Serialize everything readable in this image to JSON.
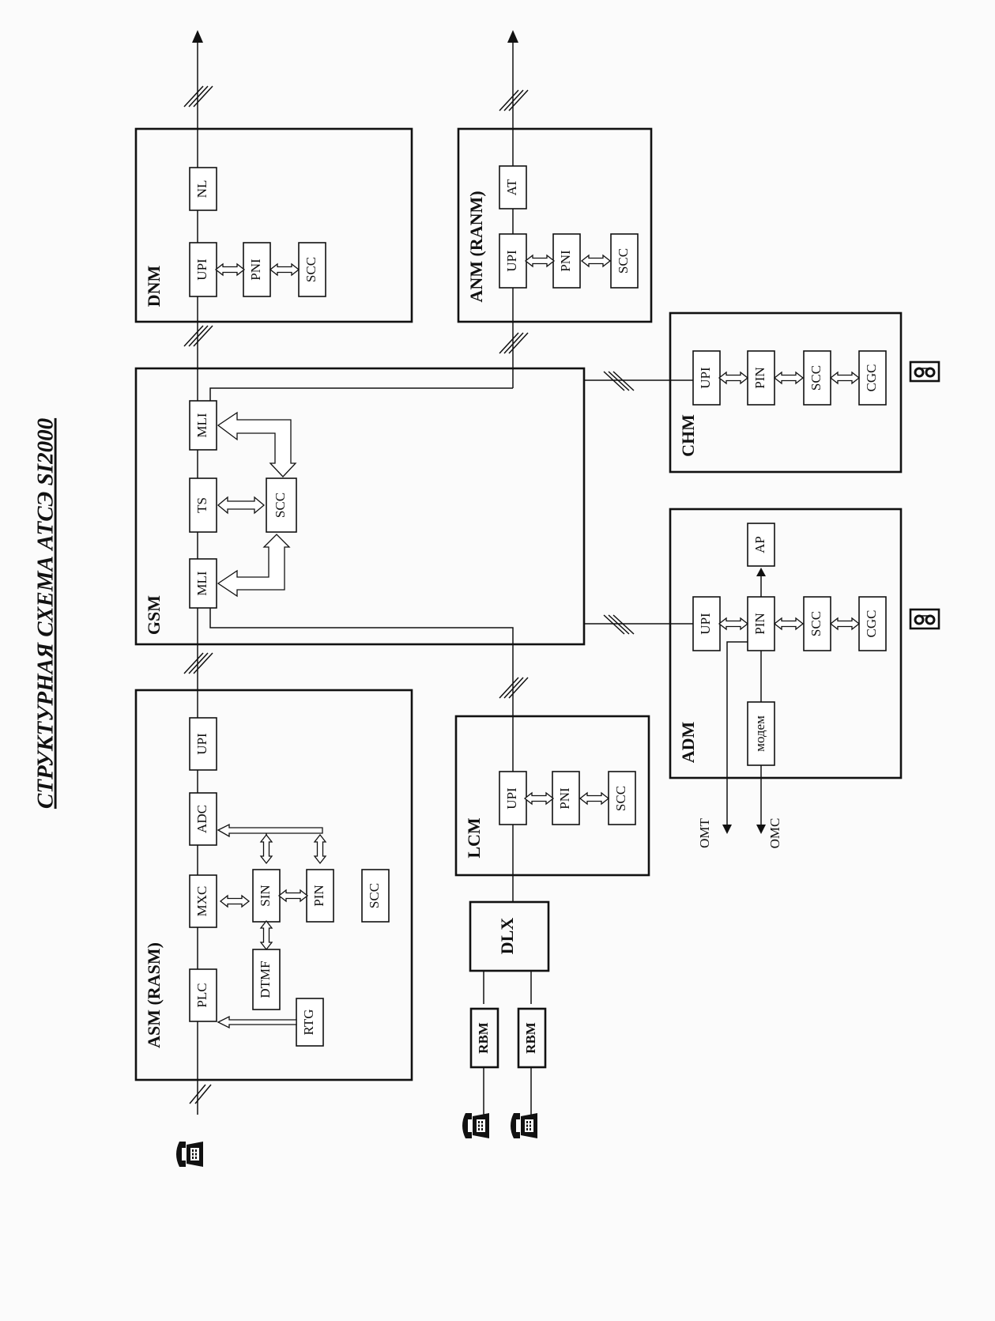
{
  "title": "СТРУКТУРНАЯ СХЕМА АТСЭ SI2000",
  "modules": {
    "dnm": "DNM",
    "anm": "ANM (RANM)",
    "gsm": "GSM",
    "chm": "CHM",
    "adm": "ADM",
    "lcm": "LCM",
    "asm": "ASM (RASM)"
  },
  "blocks": {
    "dnm_nl": "NL",
    "dnm_upi": "UPI",
    "dnm_pni": "PNI",
    "dnm_scc": "SCC",
    "anm_at": "AT",
    "anm_upi": "UPI",
    "anm_pni": "PNI",
    "anm_scc": "SCC",
    "gsm_mli_1": "MLI",
    "gsm_ts": "TS",
    "gsm_mli_2": "MLI",
    "gsm_scc": "SCC",
    "chm_upi": "UPI",
    "chm_pin": "PIN",
    "chm_scc": "SCC",
    "chm_cgc": "CGC",
    "adm_ap": "AP",
    "adm_upi": "UPI",
    "adm_pin": "PIN",
    "adm_scc": "SCC",
    "adm_cgc": "CGC",
    "adm_modem": "модем",
    "lcm_upi": "UPI",
    "lcm_pni": "PNI",
    "lcm_scc": "SCC",
    "asm_upi": "UPI",
    "asm_adc": "ADC",
    "asm_mxc": "MXC",
    "asm_sin": "SIN",
    "asm_pin": "PIN",
    "asm_scc": "SCC",
    "asm_dtmf": "DTMF",
    "asm_plc": "PLC",
    "asm_rtg": "RTG",
    "dlx": "DLX",
    "rbm_1": "RBM",
    "rbm_2": "RBM"
  },
  "outputs": {
    "omt": "OMT",
    "omc": "OMC"
  },
  "icons": [
    "telephone-icon",
    "tape-drive-icon",
    "double-arrow-icon"
  ]
}
